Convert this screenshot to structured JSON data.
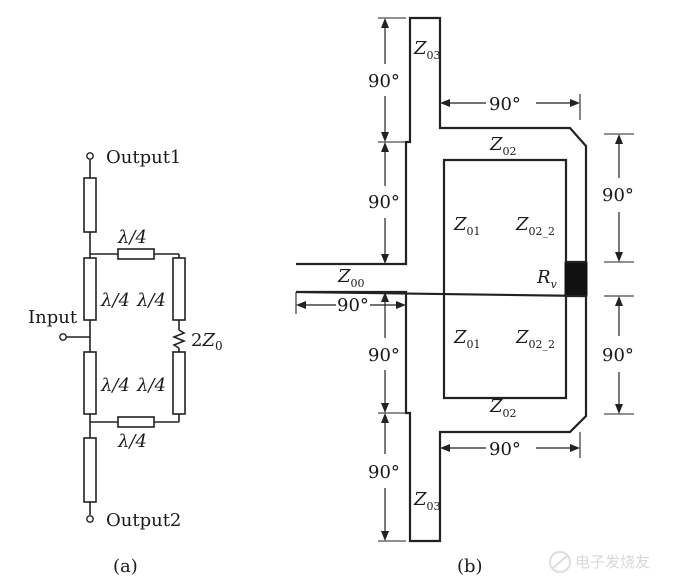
{
  "panel_a": {
    "caption": "(a)",
    "output1": "Output1",
    "output2": "Output2",
    "input": "Input",
    "quarter_wave_top": "λ/4",
    "quarter_wave_bottom": "λ/4",
    "left_upper_branch": "λ/4",
    "right_upper_branch": "λ/4",
    "left_lower_branch": "λ/4",
    "right_lower_branch": "λ/4",
    "resistor": {
      "coef": "2",
      "sym": "Z",
      "sub": "0"
    }
  },
  "panel_b": {
    "caption": "(b)",
    "degree_labels": {
      "stub_top_upper": "90°",
      "stub_top_lower": "90°",
      "feed": "90°",
      "stub_bottom_upper": "90°",
      "stub_bottom_lower": "90°",
      "top_horizontal": "90°",
      "bottom_horizontal": "90°",
      "right_upper": "90°",
      "right_lower": "90°"
    },
    "z03_top": {
      "sym": "Z",
      "sub": "03"
    },
    "z03_bottom": {
      "sym": "Z",
      "sub": "03"
    },
    "z02_top": {
      "sym": "Z",
      "sub": "02"
    },
    "z02_bottom": {
      "sym": "Z",
      "sub": "02"
    },
    "z00": {
      "sym": "Z",
      "sub": "00"
    },
    "z01_upper": {
      "sym": "Z",
      "sub": "01"
    },
    "z01_lower": {
      "sym": "Z",
      "sub": "01"
    },
    "z02_2_upper": {
      "sym": "Z",
      "sub": "02_2"
    },
    "z02_2_lower": {
      "sym": "Z",
      "sub": "02_2"
    },
    "rv": {
      "sym": "R",
      "sub": "v"
    }
  },
  "watermark": "电子发烧友"
}
